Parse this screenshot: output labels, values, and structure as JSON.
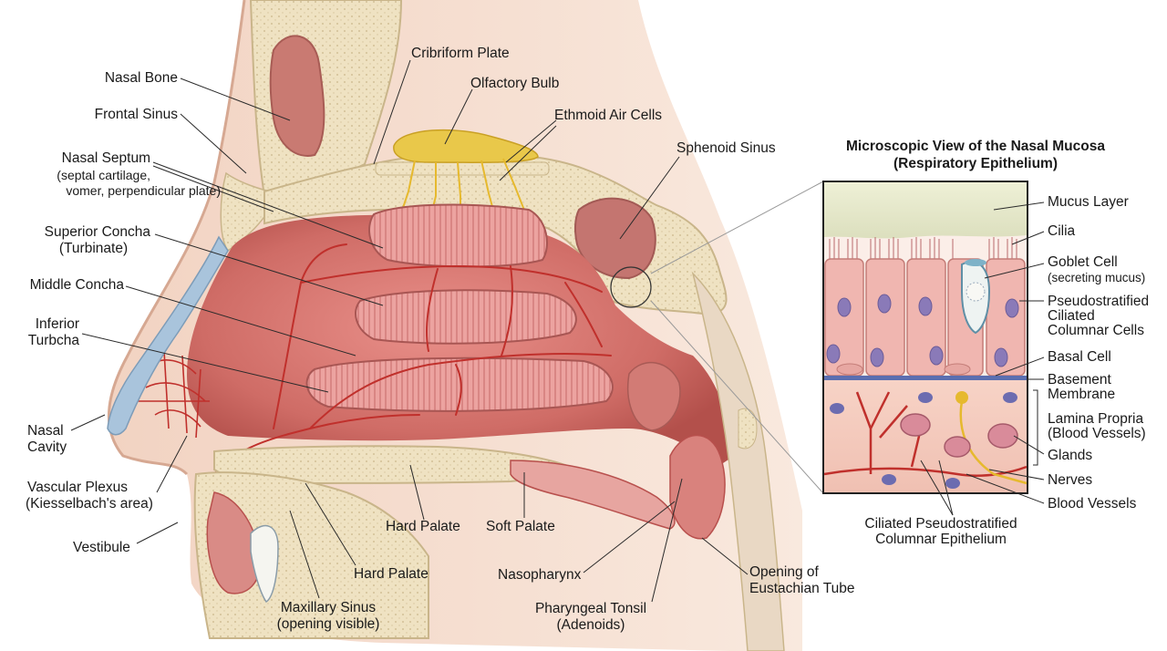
{
  "colors": {
    "bone": "#efe2c2",
    "bone_edge": "#c9b58a",
    "mucosa": "#e08a86",
    "mucosa_dark": "#b8504d",
    "cavity": "#c9605a",
    "vessel": "#c0302c",
    "nerve": "#e6b92e",
    "skin": "#f7e3d6",
    "cartilage": "#a9c4dc",
    "cell": "#f0b6b0",
    "nucleus": "#8a7ab8",
    "mucus": "#e3e5c8"
  },
  "labels": {
    "nasal_bone": "Nasal Bone",
    "frontal_sinus": "Frontal Sinus",
    "nasal_septum": "Nasal Septum",
    "nasal_septum_sub1": "(septal cartilage,",
    "nasal_septum_sub2": "vomer, perpendicular plate)",
    "superior_concha_1": "Superior Concha",
    "superior_concha_2": "(Turbinate)",
    "middle_concha": "Middle Concha",
    "inferior_1": "Inferior",
    "inferior_2": "Turbcha",
    "nasal_1": "Nasal",
    "nasal_2": "Cavity",
    "vascular_1": "Vascular Plexus",
    "vascular_2": "(Kiesselbach's area)",
    "vestibule": "Vestibule",
    "maxillary_1": "Maxillary Sinus",
    "maxillary_2": "(opening visible)",
    "hard_palate_lower": "Hard Palate",
    "hard_palate_upper": "Hard Palate",
    "soft_palate": "Soft Palate",
    "nasopharynx": "Nasopharynx",
    "pharyngeal_1": "Pharyngeal Tonsil",
    "pharyngeal_2": "(Adenoids)",
    "eustachian_1": "Opening of",
    "eustachian_2": "Eustachian Tube",
    "cribriform": "Cribriform Plate",
    "olfactory": "Olfactory Bulb",
    "ethmoid": "Ethmoid Air Cells",
    "sphenoid": "Sphenoid Sinus"
  },
  "inset": {
    "title_1": "Microscopic View of the Nasal Mucosa",
    "title_2": "(Respiratory Epithelium)",
    "mucus_layer": "Mucus Layer",
    "cilia": "Cilia",
    "goblet_1": "Goblet Cell",
    "goblet_2": "(secreting mucus)",
    "pseudo_1": "Pseudostratified",
    "pseudo_2": "Ciliated",
    "pseudo_3": "Columnar Cells",
    "basal": "Basal Cell",
    "basement_1": "Basement",
    "basement_2": "Membrane",
    "lamina_1": "Lamina Propria",
    "lamina_2": "(Blood Vessels)",
    "glands": "Glands",
    "nerves": "Nerves",
    "blood_vessels": "Blood Vessels",
    "ciliated_1": "Ciliated Pseudostratified",
    "ciliated_2": "Columnar Epithelium"
  }
}
